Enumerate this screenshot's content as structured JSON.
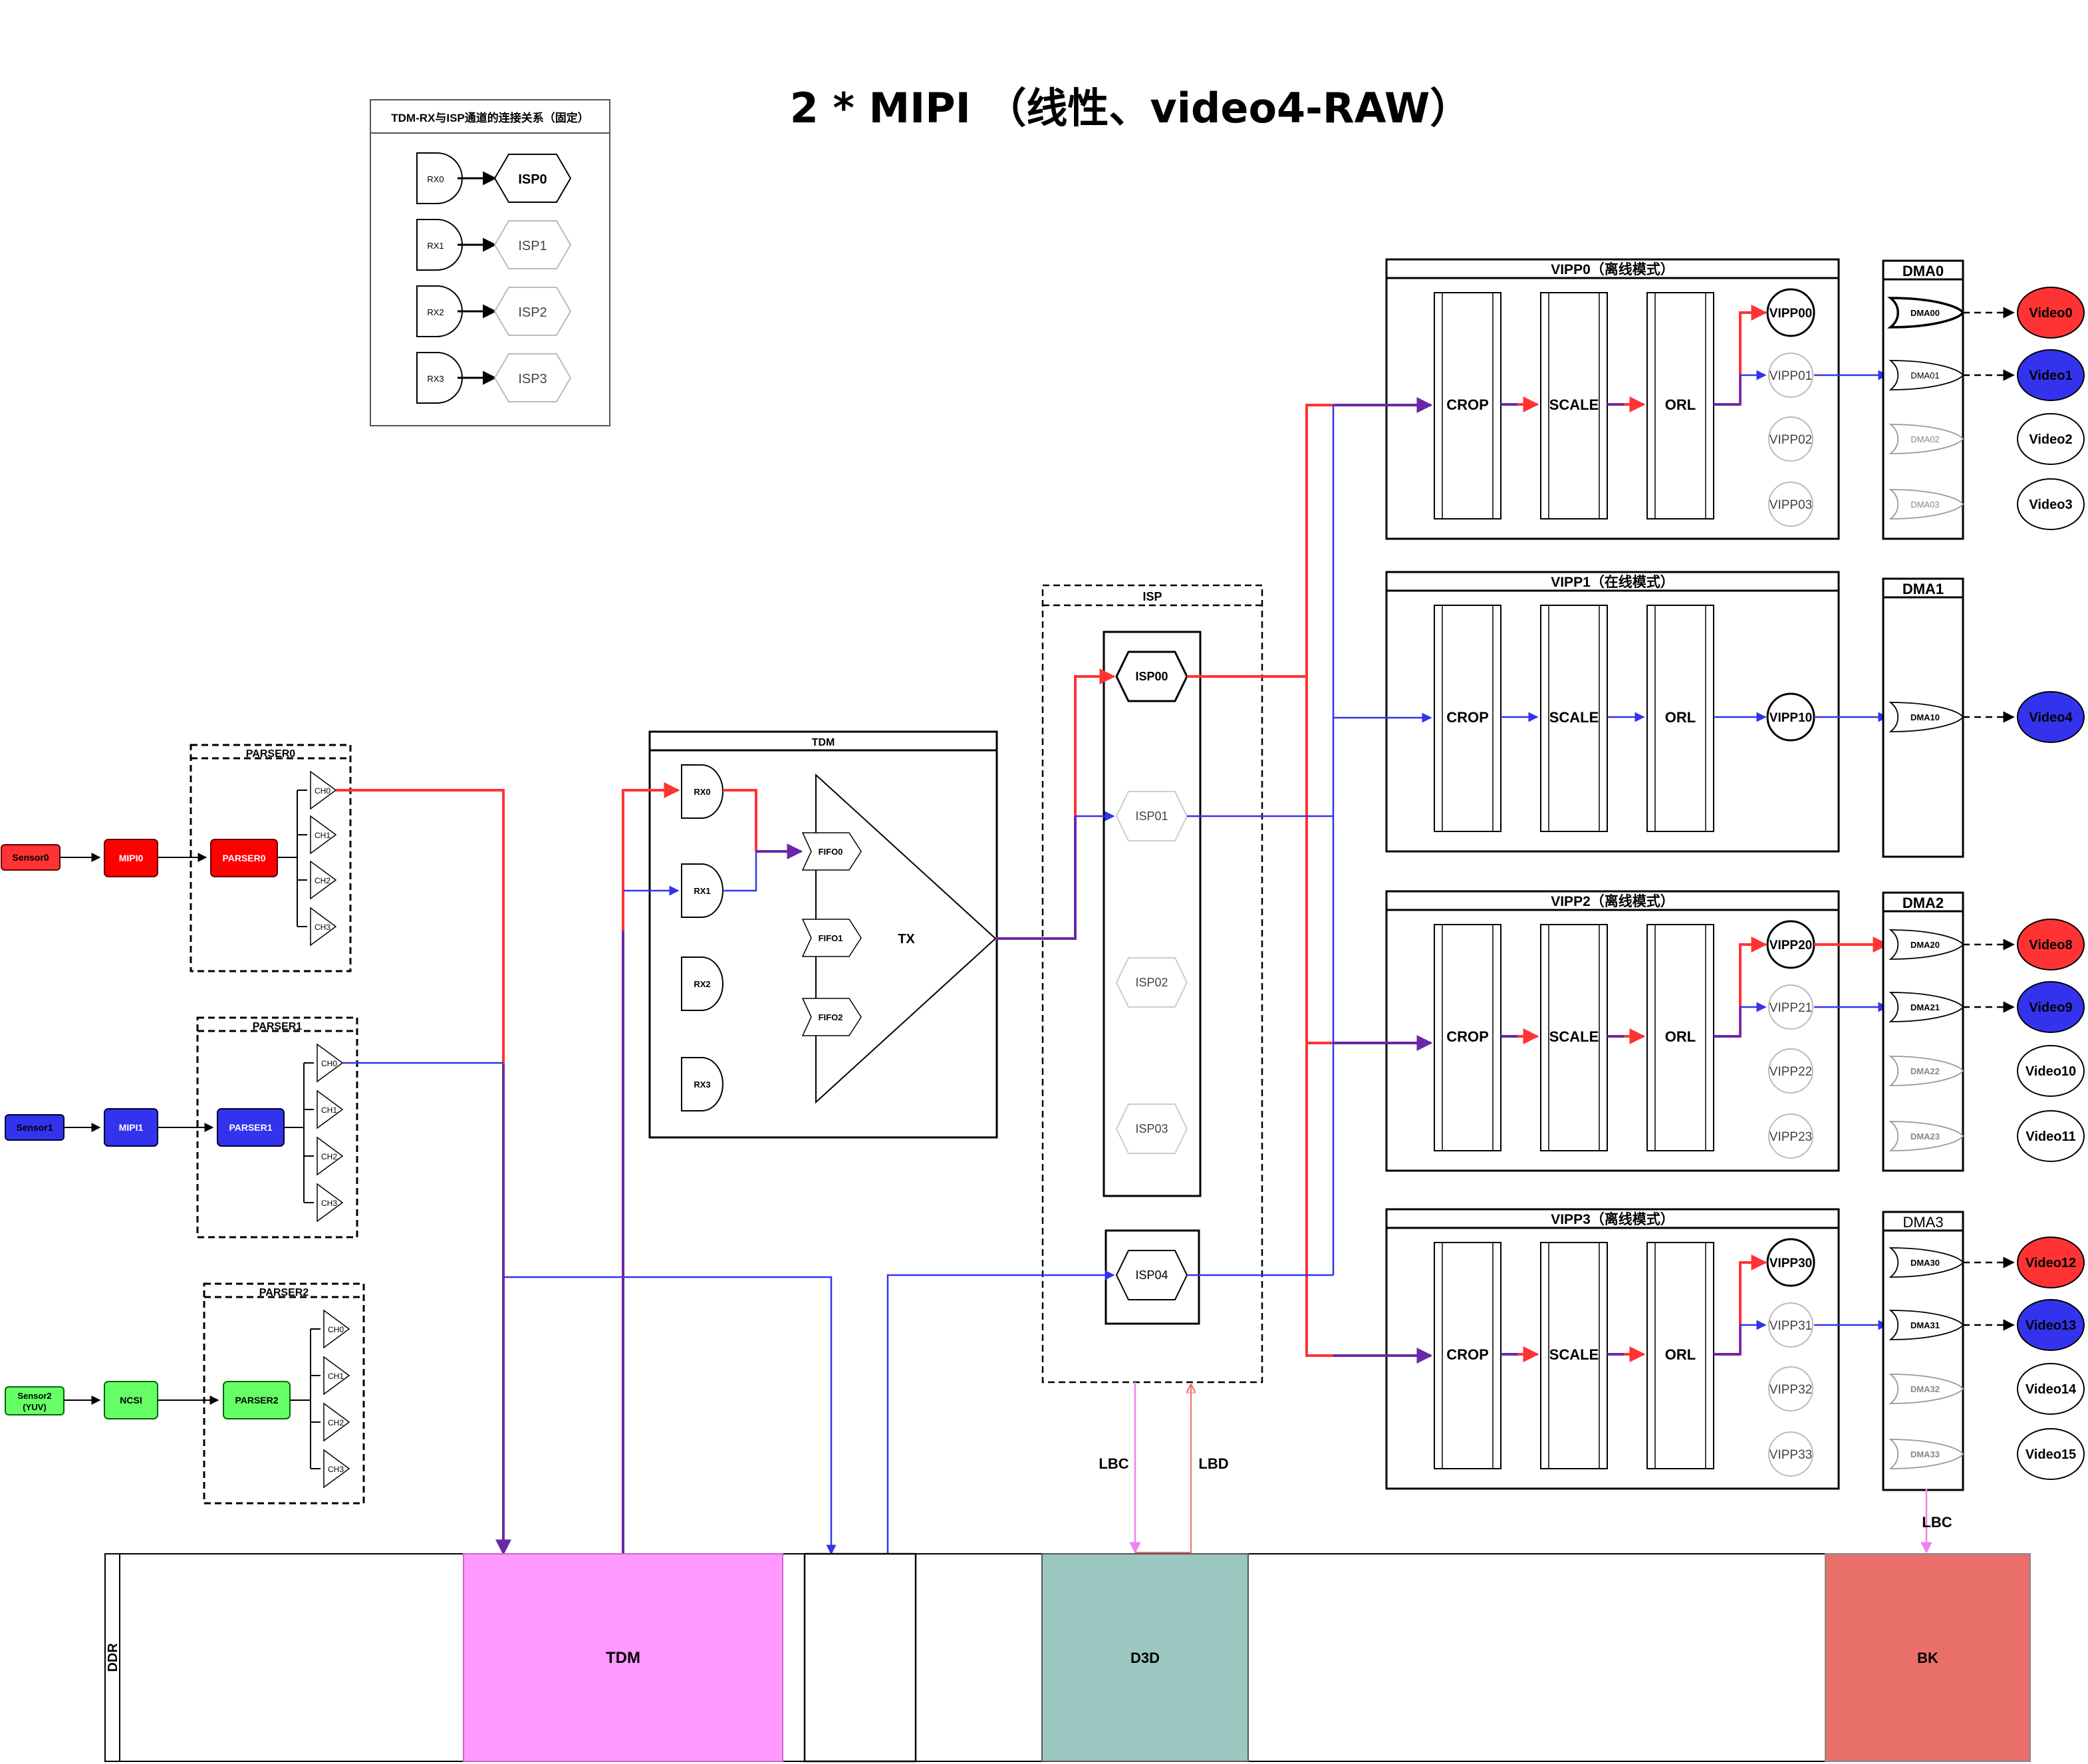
{
  "title": "2 * MIPI （线性、video4-RAW）",
  "legend": {
    "title": "TDM-RX与ISP通道的连接关系（固定）",
    "rows": [
      {
        "rx": "RX0",
        "isp": "ISP0",
        "active": true
      },
      {
        "rx": "RX1",
        "isp": "ISP1",
        "active": false
      },
      {
        "rx": "RX2",
        "isp": "ISP2",
        "active": false
      },
      {
        "rx": "RX3",
        "isp": "ISP3",
        "active": false
      }
    ]
  },
  "sensors": [
    {
      "label": "Sensor0",
      "phy": "MIPI0",
      "parser": "PARSER0",
      "color": "#ff3333"
    },
    {
      "label": "Sensor1",
      "phy": "MIPI1",
      "parser": "PARSER1",
      "color": "#3333ee"
    },
    {
      "label": "Sensor2\n(YUV)",
      "phy": "NCSI",
      "parser": "PARSER2",
      "color": "#66ff66"
    }
  ],
  "parsers": [
    {
      "title": "PARSER0",
      "channels": [
        "CH0",
        "CH1",
        "CH2",
        "CH3"
      ]
    },
    {
      "title": "PARSER1",
      "channels": [
        "CH0",
        "CH1",
        "CH2",
        "CH3"
      ]
    },
    {
      "title": "PARSER2",
      "channels": [
        "CH0",
        "CH1",
        "CH2",
        "CH3"
      ]
    }
  ],
  "tdm": {
    "title": "TDM",
    "rx": [
      "RX0",
      "RX1",
      "RX2",
      "RX3"
    ],
    "fifo": [
      "FIFO0",
      "FIFO1",
      "FIFO2"
    ],
    "tx": "TX"
  },
  "isp": {
    "title": "ISP",
    "channels": [
      {
        "label": "ISP00",
        "active": true
      },
      {
        "label": "ISP01",
        "active": false
      },
      {
        "label": "ISP02",
        "active": false
      },
      {
        "label": "ISP03",
        "active": false
      }
    ],
    "extra": "ISP04"
  },
  "vipps": [
    {
      "title": "VIPP0（离线模式）",
      "stages": [
        "CROP",
        "SCALE",
        "ORL"
      ],
      "outputs": [
        {
          "label": "VIPP00",
          "active": true
        },
        {
          "label": "VIPP01",
          "active": false
        },
        {
          "label": "VIPP02",
          "active": false
        },
        {
          "label": "VIPP03",
          "active": false
        }
      ]
    },
    {
      "title": "VIPP1（在线模式）",
      "stages": [
        "CROP",
        "SCALE",
        "ORL"
      ],
      "outputs": [
        {
          "label": "VIPP10",
          "active": true
        }
      ]
    },
    {
      "title": "VIPP2（离线模式）",
      "stages": [
        "CROP",
        "SCALE",
        "ORL"
      ],
      "outputs": [
        {
          "label": "VIPP20",
          "active": true
        },
        {
          "label": "VIPP21",
          "active": false
        },
        {
          "label": "VIPP22",
          "active": false
        },
        {
          "label": "VIPP23",
          "active": false
        }
      ]
    },
    {
      "title": "VIPP3（离线模式）",
      "stages": [
        "CROP",
        "SCALE",
        "ORL"
      ],
      "outputs": [
        {
          "label": "VIPP30",
          "active": true
        },
        {
          "label": "VIPP31",
          "active": false
        },
        {
          "label": "VIPP32",
          "active": false
        },
        {
          "label": "VIPP33",
          "active": false
        }
      ]
    }
  ],
  "dmas": [
    {
      "title": "DMA0",
      "channels": [
        "DMA00",
        "DMA01",
        "DMA02",
        "DMA03"
      ]
    },
    {
      "title": "DMA1",
      "channels": [
        "DMA10"
      ]
    },
    {
      "title": "DMA2",
      "channels": [
        "DMA20",
        "DMA21",
        "DMA22",
        "DMA23"
      ]
    },
    {
      "title": "DMA3",
      "channels": [
        "DMA30",
        "DMA31",
        "DMA32",
        "DMA33"
      ]
    }
  ],
  "videos": [
    {
      "label": "Video0",
      "fill": "red"
    },
    {
      "label": "Video1",
      "fill": "blue"
    },
    {
      "label": "Video2",
      "fill": "none"
    },
    {
      "label": "Video3",
      "fill": "none"
    },
    {
      "label": "Video4",
      "fill": "blue"
    },
    {
      "label": "Video8",
      "fill": "red"
    },
    {
      "label": "Video9",
      "fill": "blue"
    },
    {
      "label": "Video10",
      "fill": "none"
    },
    {
      "label": "Video11",
      "fill": "none"
    },
    {
      "label": "Video12",
      "fill": "red"
    },
    {
      "label": "Video13",
      "fill": "blue"
    },
    {
      "label": "Video14",
      "fill": "none"
    },
    {
      "label": "Video15",
      "fill": "none"
    }
  ],
  "links": {
    "lbc": "LBC",
    "lbd": "LBD",
    "lbc2": "LBC"
  },
  "ddr": {
    "label": "DDR",
    "regions": [
      "TDM",
      "",
      "D3D",
      "BK"
    ]
  },
  "colors": {
    "red": "#ff3333",
    "blue": "#3333ee",
    "purple": "#6a28a8",
    "green": "#66ff66",
    "pink": "#ff99ff",
    "teal": "#9cc7c1",
    "salmon": "#e9706a",
    "violet": "#ee82ee"
  }
}
